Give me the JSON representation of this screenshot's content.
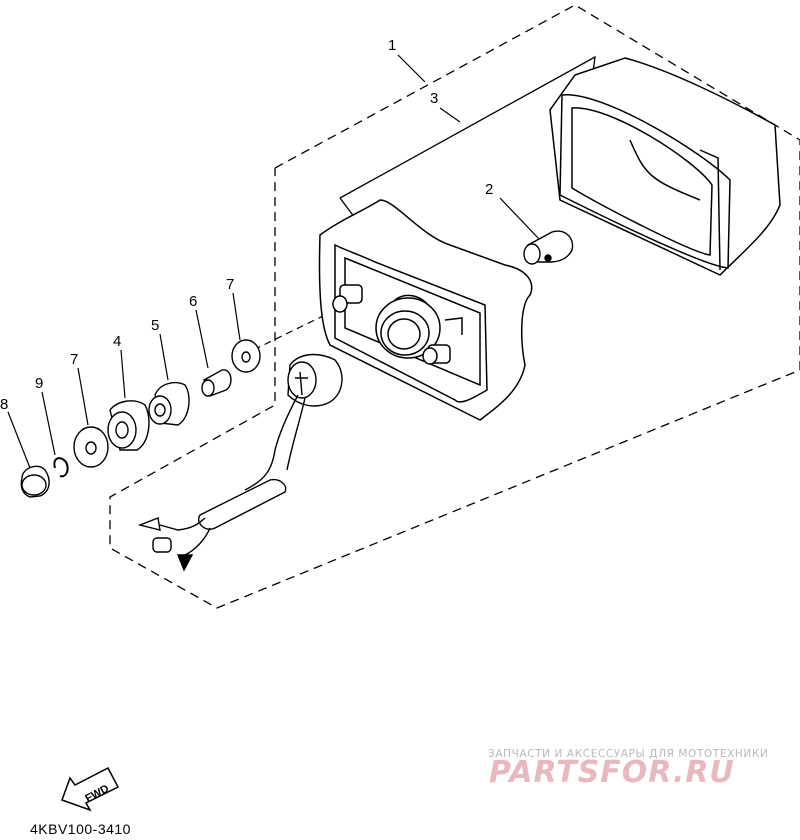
{
  "callouts": [
    {
      "id": "1",
      "label": "1"
    },
    {
      "id": "3",
      "label": "3"
    },
    {
      "id": "2",
      "label": "2"
    },
    {
      "id": "7a",
      "label": "7"
    },
    {
      "id": "6",
      "label": "6"
    },
    {
      "id": "5",
      "label": "5"
    },
    {
      "id": "4",
      "label": "4"
    },
    {
      "id": "7b",
      "label": "7"
    },
    {
      "id": "9",
      "label": "9"
    },
    {
      "id": "8",
      "label": "8"
    }
  ],
  "forward_arrow": {
    "label": "FWD"
  },
  "diagram_code": "4KBV100-3410",
  "watermark": {
    "tagline": "ЗАПЧАСТИ И АКСЕССУАРЫ ДЛЯ МОТОТЕХНИКИ",
    "logo": "PARTSFOR.RU",
    "color": "#e8b8bf"
  }
}
